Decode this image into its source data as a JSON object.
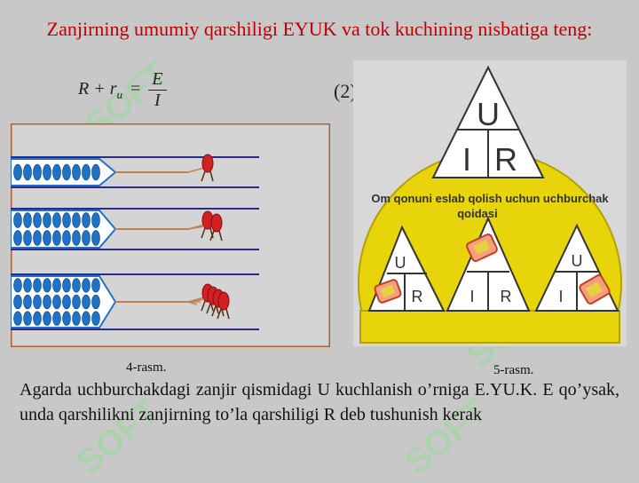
{
  "title": "Zanjirning umumiy qarshiligi EYUK va tok kuchining nisbatiga teng:",
  "formula": {
    "lhs": "R + r",
    "subscript": "и",
    "equals": "=",
    "numerator": "E",
    "denominator": "I"
  },
  "equation_number": "(2)",
  "figure4": {
    "caption": "4-rasm."
  },
  "figure5": {
    "caption": "5-rasm.",
    "big_triangle": {
      "top": "U",
      "left": "I",
      "right": "R"
    },
    "rule_text_line1": "Om qonuni eslab qolish uchun uchburchak",
    "rule_text_line2": "qoidasi",
    "small_triangles": [
      {
        "top": "U",
        "left": "",
        "right": "R"
      },
      {
        "top": "",
        "left": "I",
        "right": "R"
      },
      {
        "top": "U",
        "left": "I",
        "right": ""
      }
    ]
  },
  "body_text": "Agarda uchburchakdagi zanjir qismidagi U kuchlanish o’rniga E.YU.K.   E qo’ysak, unda qarshilikni zanjirning to’la qarshiligi R deb tushunish kerak",
  "watermark": "SOFT",
  "colors": {
    "title": "#c00000",
    "background": "#c8c8c8",
    "yellow": "#e8d40a",
    "electron_blue": "#1e73c8",
    "runner_red": "#d42020"
  }
}
